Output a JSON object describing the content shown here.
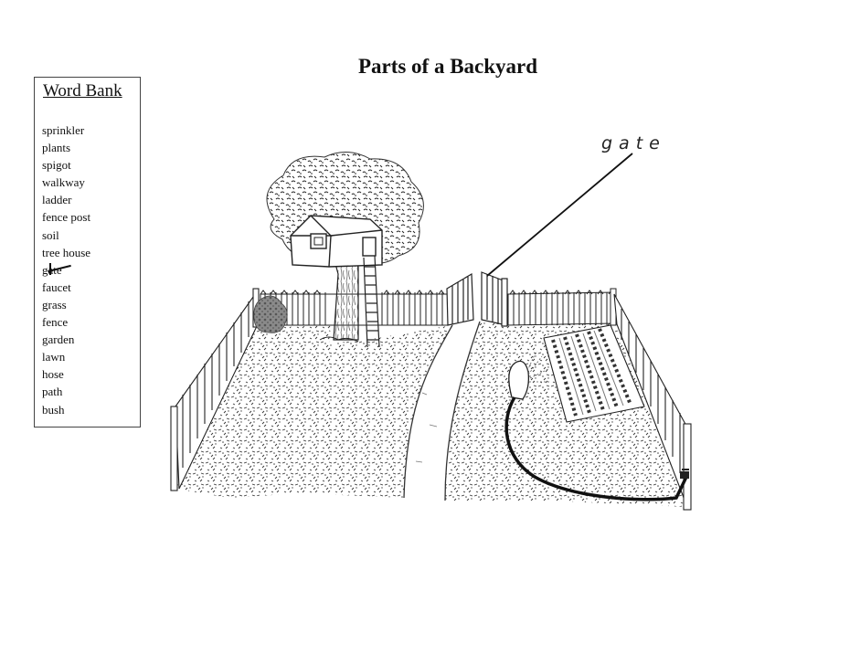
{
  "title": "Parts of a Backyard",
  "word_bank": {
    "heading": "Word Bank",
    "words": [
      "sprinkler",
      "plants",
      "spigot",
      "walkway",
      "ladder",
      "fence post",
      "soil",
      "tree house",
      "gate",
      "faucet",
      "grass",
      "fence",
      "garden",
      "lawn",
      "hose",
      "path",
      "bush"
    ],
    "crossed_out": "gate"
  },
  "labels": {
    "gate": "gate"
  }
}
